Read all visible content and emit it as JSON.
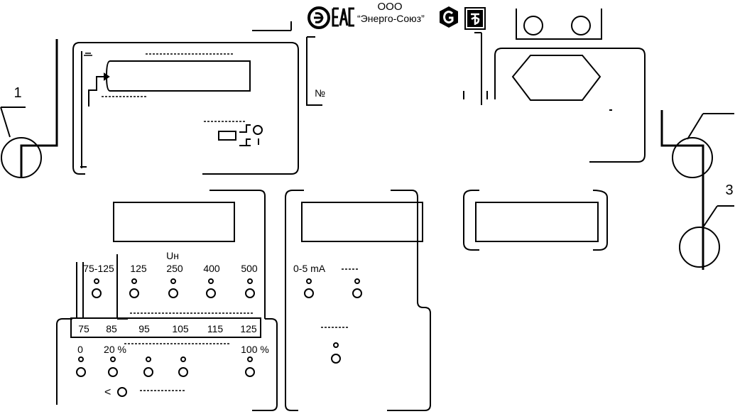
{
  "header": {
    "company_form": "ООО",
    "company_name": "“Энерго-Союз”",
    "logos": [
      "eac-conformity-logo",
      "eac-mark",
      "gost-r-certification-logo",
      "verification-mark"
    ]
  },
  "callouts": [
    "1",
    "3"
  ],
  "panel_voltage": {
    "unit_label": "Uн",
    "ranges": [
      "75-125",
      "125",
      "250",
      "400",
      "500"
    ]
  },
  "panel_points": {
    "values": [
      "75",
      "85",
      "95",
      "105",
      "115",
      "125"
    ],
    "percents": [
      "0",
      "20 %",
      "100 %"
    ],
    "arrow_symbol": "<"
  },
  "panel_current": {
    "range_label": "0-5 mA"
  },
  "front_labels": {
    "serial_prefix": "№"
  },
  "colors": {
    "line": "#000000",
    "background": "#ffffff"
  }
}
